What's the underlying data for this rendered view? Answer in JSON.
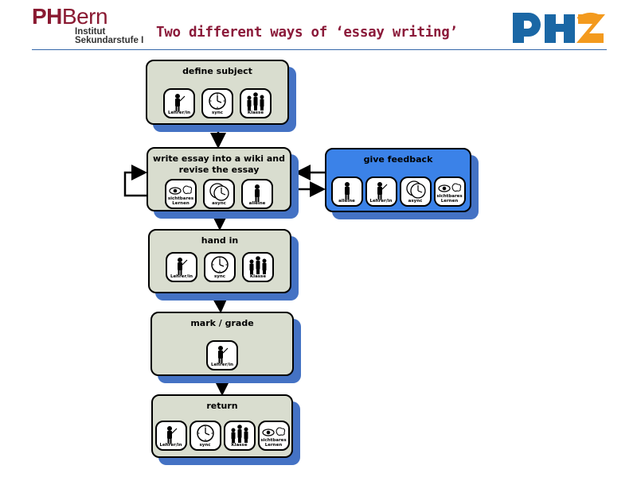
{
  "header": {
    "logo_ph": "PH",
    "logo_bern": "Bern",
    "logo_line1": "Institut",
    "logo_line2": "Sekundarstufe I",
    "title": "Two different ways of ‘essay writing’",
    "partner_logo_icon": "phz-logo"
  },
  "colors": {
    "node_fill": "#d9ddcf",
    "node_highlight": "#3b82e8",
    "shadow": "#4472c4",
    "title": "#8b1a3a",
    "logo_red": "#8a1a32",
    "logo_blue": "#1a67a5",
    "logo_orange": "#f39a1e"
  },
  "nodes": [
    {
      "id": "define",
      "title": "define subject",
      "icons": [
        {
          "type": "teacher",
          "caption": "Lehrer/in"
        },
        {
          "type": "clock",
          "caption": "sync"
        },
        {
          "type": "class",
          "caption": "Klasse"
        }
      ]
    },
    {
      "id": "write",
      "title": "write essay into a wiki and\nrevise the essay",
      "icons": [
        {
          "type": "visible",
          "caption": "sichtbares\nLernen"
        },
        {
          "type": "clock-async",
          "caption": "async"
        },
        {
          "type": "alone",
          "caption": "alleine"
        }
      ]
    },
    {
      "id": "feedback",
      "title": "give feedback",
      "icons": [
        {
          "type": "alone",
          "caption": "alleine"
        },
        {
          "type": "teacher",
          "caption": "Lehrer/in"
        },
        {
          "type": "clock-async",
          "caption": "async"
        },
        {
          "type": "visible",
          "caption": "sichtbares\nLernen"
        }
      ]
    },
    {
      "id": "handin",
      "title": "hand in",
      "icons": [
        {
          "type": "teacher",
          "caption": "Lehrer/in"
        },
        {
          "type": "clock",
          "caption": "sync"
        },
        {
          "type": "class",
          "caption": "Klasse"
        }
      ]
    },
    {
      "id": "mark",
      "title": "mark / grade",
      "icons": [
        {
          "type": "teacher",
          "caption": "Lehrer/in"
        }
      ]
    },
    {
      "id": "return",
      "title": "return",
      "icons": [
        {
          "type": "teacher",
          "caption": "Lehrer/in"
        },
        {
          "type": "clock",
          "caption": "sync"
        },
        {
          "type": "class",
          "caption": "Klasse"
        },
        {
          "type": "visible",
          "caption": "sichtbares\nLernen"
        }
      ]
    }
  ]
}
